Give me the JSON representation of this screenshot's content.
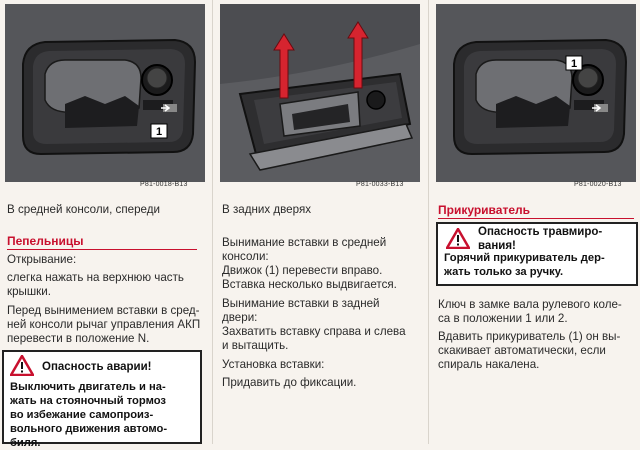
{
  "figures": [
    {
      "code": "P81-0018-B13",
      "callout": "1"
    },
    {
      "code": "P81-0033-B13"
    },
    {
      "code": "P81-0020-B13",
      "callout": "1"
    }
  ],
  "col1": {
    "intro": "В средней консоли, спереди",
    "heading": "Пепельницы",
    "p1": "Открывание:",
    "p2": [
      "слегка нажать на верхнюю часть",
      "крышки."
    ],
    "p3": [
      "Перед вынимением вставки в сред-",
      "ней консоли рычаг управления АКП",
      "перевести в положение N."
    ],
    "warning": {
      "title": "Опасность аварии!",
      "lines": [
        "Выключить двигатель и на-",
        "жать на стояночный тормоз",
        "во избежание самопроиз-",
        "вольного движения автомо-",
        "биля."
      ]
    }
  },
  "col2": {
    "intro": "В задних дверях",
    "p1": [
      "Вынимание вставки в средней",
      "консоли:"
    ],
    "p2": [
      "Движок (1) перевести вправо.",
      "Вставка несколько выдвигается."
    ],
    "p3": [
      "Вынимание вставки в задней",
      "двери:"
    ],
    "p4": [
      "Захватить вставку справа и слева",
      "и вытащить."
    ],
    "p5": "Установка вставки:",
    "p6": "Придавить до фиксации."
  },
  "col3": {
    "heading": "Прикуриватель",
    "warning": {
      "title": [
        "Опасность травмиро-",
        "вания!"
      ],
      "lines": [
        "Горячий прикуриватель дер-",
        "жать только за ручку."
      ]
    },
    "p1": [
      "Ключ в замке вала рулевого коле-",
      "са в положении 1 или 2."
    ],
    "p2": [
      "Вдавить прикуриватель (1) он вы-",
      "скакивает автоматически, если",
      "спираль накалена."
    ]
  },
  "colors": {
    "accent_red": "#c8102e",
    "figure_bg": "#5a5b5e"
  }
}
